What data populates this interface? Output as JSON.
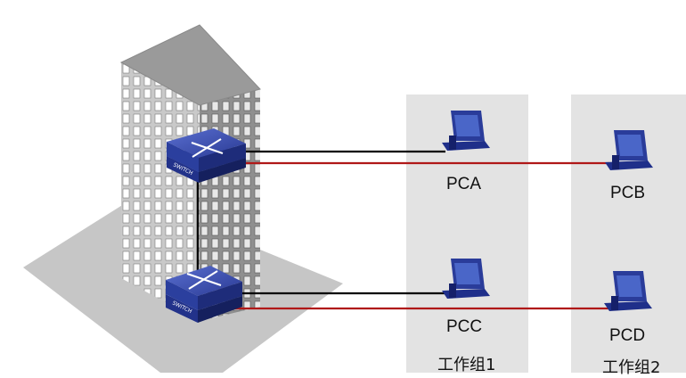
{
  "diagram": {
    "pcs": [
      {
        "id": "pca",
        "label": "PCA"
      },
      {
        "id": "pcb",
        "label": "PCB"
      },
      {
        "id": "pcc",
        "label": "PCC"
      },
      {
        "id": "pcd",
        "label": "PCD"
      }
    ],
    "workgroups": [
      {
        "id": "group1",
        "label": "工作组1"
      },
      {
        "id": "group2",
        "label": "工作组2"
      }
    ],
    "switches": [
      {
        "id": "switch-top",
        "label": "SWITCH"
      },
      {
        "id": "switch-bottom",
        "label": "SWITCH"
      }
    ],
    "links": [
      {
        "from": "switch-top",
        "to": "pca",
        "color": "#000000"
      },
      {
        "from": "switch-top",
        "to": "pcb",
        "color": "#b01818"
      },
      {
        "from": "switch-bottom",
        "to": "pcc",
        "color": "#000000"
      },
      {
        "from": "switch-bottom",
        "to": "pcd",
        "color": "#b01818"
      },
      {
        "from": "switch-top",
        "to": "switch-bottom",
        "color": "#000000"
      }
    ],
    "colors": {
      "workgroup_panel": "#e3e3e3",
      "building": "#c8c8c8",
      "switch": "#2b3f9e",
      "pc": "#1f2f8a",
      "vlan_link": "#b01818"
    }
  }
}
